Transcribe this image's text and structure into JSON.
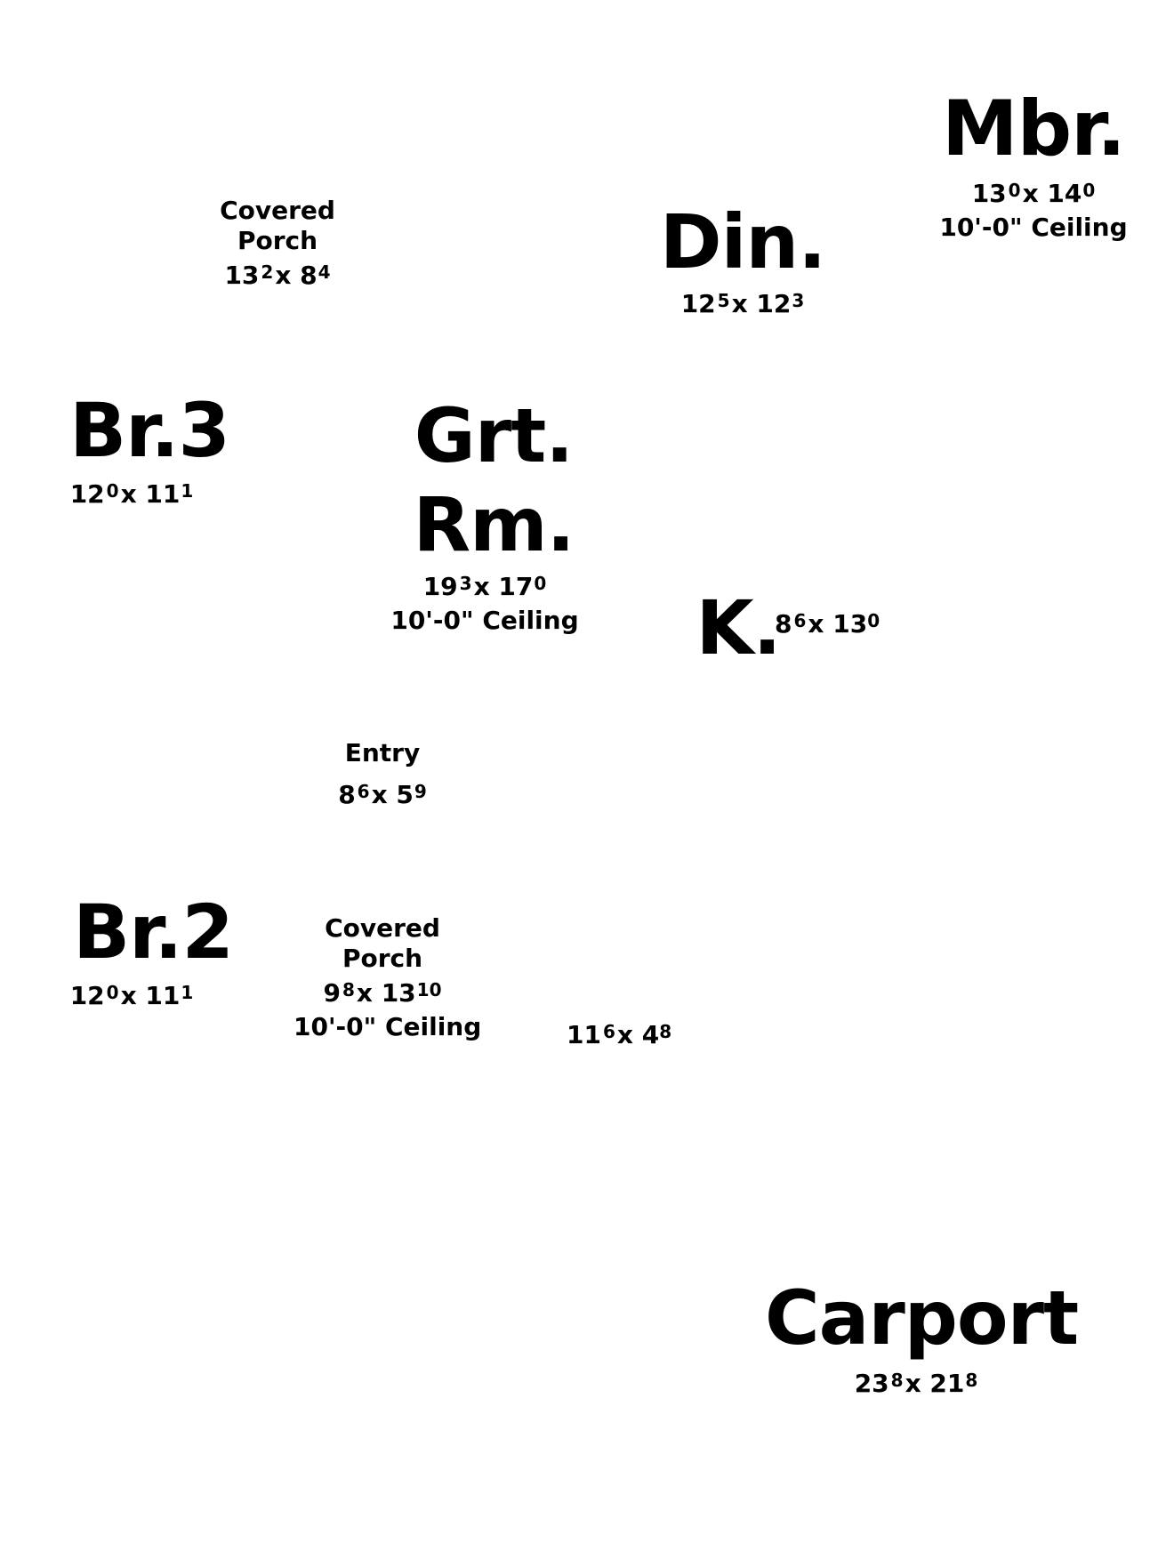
{
  "rooms": {
    "mbr": {
      "name": "Mbr.",
      "w": "13",
      "w_in": "0",
      "d": "14",
      "d_in": "0",
      "ceiling": "10'-0\" Ceiling"
    },
    "porch_top": {
      "name_line1": "Covered",
      "name_line2": "Porch",
      "w": "13",
      "w_in": "2",
      "d": "8",
      "d_in": "4"
    },
    "din": {
      "name": "Din.",
      "w": "12",
      "w_in": "5",
      "d": "12",
      "d_in": "3"
    },
    "br3": {
      "name": "Br.3",
      "w": "12",
      "w_in": "0",
      "d": "11",
      "d_in": "1"
    },
    "grt": {
      "name_line1": "Grt.",
      "name_line2": "Rm.",
      "w": "19",
      "w_in": "3",
      "d": "17",
      "d_in": "0",
      "ceiling": "10'-0\" Ceiling"
    },
    "k": {
      "name": "K.",
      "w": "8",
      "w_in": "6",
      "d": "13",
      "d_in": "0"
    },
    "entry": {
      "name": "Entry",
      "w": "8",
      "w_in": "6",
      "d": "5",
      "d_in": "9"
    },
    "br2": {
      "name": "Br.2",
      "w": "12",
      "w_in": "0",
      "d": "11",
      "d_in": "1"
    },
    "porch_bottom": {
      "name_line1": "Covered",
      "name_line2": "Porch",
      "w": "9",
      "w_in": "8",
      "d": "13",
      "d_in": "10",
      "ceiling": "10'-0\" Ceiling"
    },
    "unnamed": {
      "w": "11",
      "w_in": "6",
      "d": "4",
      "d_in": "8"
    },
    "carport": {
      "name": "Carport",
      "w": "23",
      "w_in": "8",
      "d": "21",
      "d_in": "8"
    }
  },
  "dim_separator": "x"
}
